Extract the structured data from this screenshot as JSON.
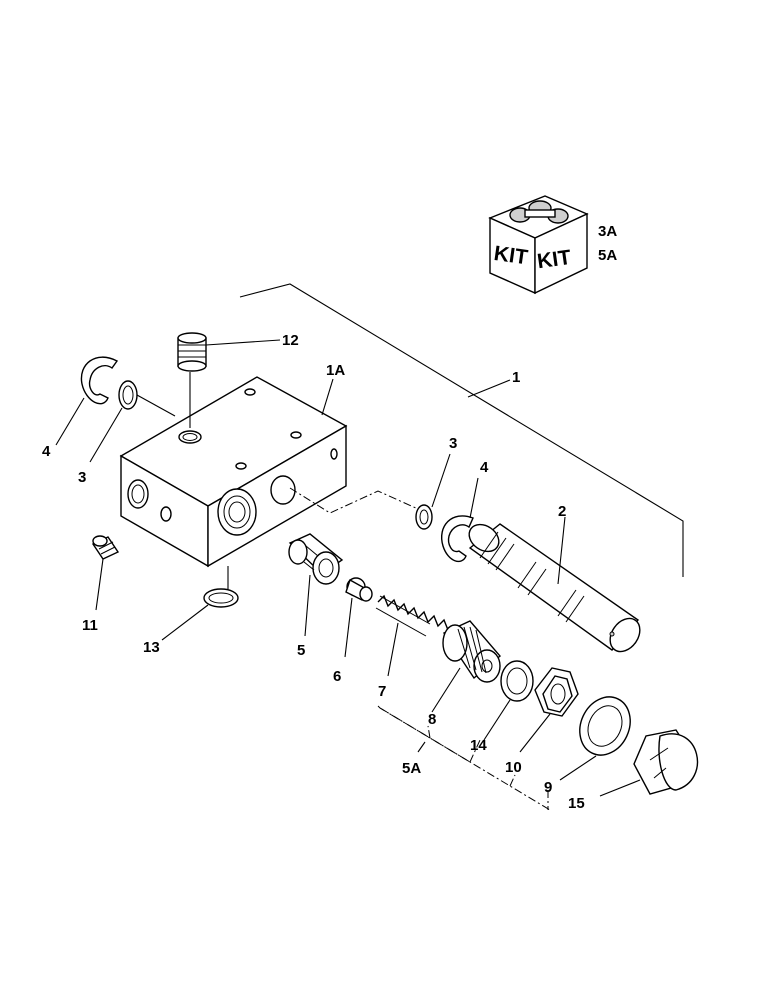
{
  "kit": {
    "box_text_left": "KIT",
    "box_text_right": "KIT",
    "refs": [
      "3A",
      "5A"
    ]
  },
  "callouts": {
    "c1": "1",
    "c1A": "1A",
    "c2": "2",
    "c3_left": "3",
    "c3_right": "3",
    "c4_left": "4",
    "c4_right": "4",
    "c5": "5",
    "c5A": "5A",
    "c6": "6",
    "c7": "7",
    "c8": "8",
    "c9": "9",
    "c10": "10",
    "c11": "11",
    "c12": "12",
    "c13": "13",
    "c14": "14",
    "c15": "15"
  }
}
